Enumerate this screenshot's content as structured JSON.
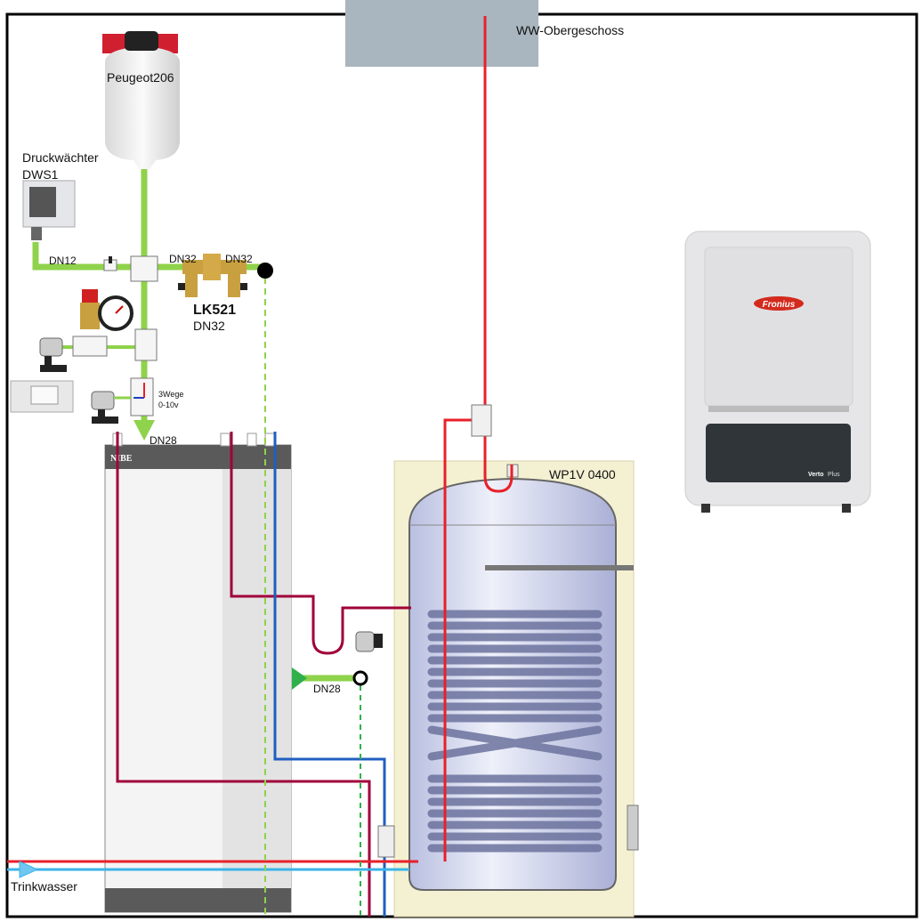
{
  "labels": {
    "ww_upper": "WW-Obergeschoss",
    "vessel": "Peugeot206",
    "pressure_switch_line1": "Druckwächter",
    "pressure_switch_line2": "DWS1",
    "dn12": "DN12",
    "dn32_left": "DN32",
    "dn32_right": "DN32",
    "lk_model": "LK521",
    "lk_size": "DN32",
    "three_way_line1": "3Wege",
    "three_way_line2": "0-10v",
    "dn28_top": "DN28",
    "dn28_branch": "DN28",
    "tank": "WP1V 0400",
    "trinkwasser": "Trinkwasser"
  },
  "logos": {
    "heatpump_brand": "NIBE",
    "inverter_brand": "Fronius",
    "inverter_model_a": "Verto",
    "inverter_model_b": "Plus"
  },
  "colors": {
    "hot_water": "#e8202a",
    "heating_flow": "#a0003a",
    "cold_return": "#1f5fbf",
    "fill_line": "#8fd24b",
    "drinking_water": "#3ab4e8"
  }
}
